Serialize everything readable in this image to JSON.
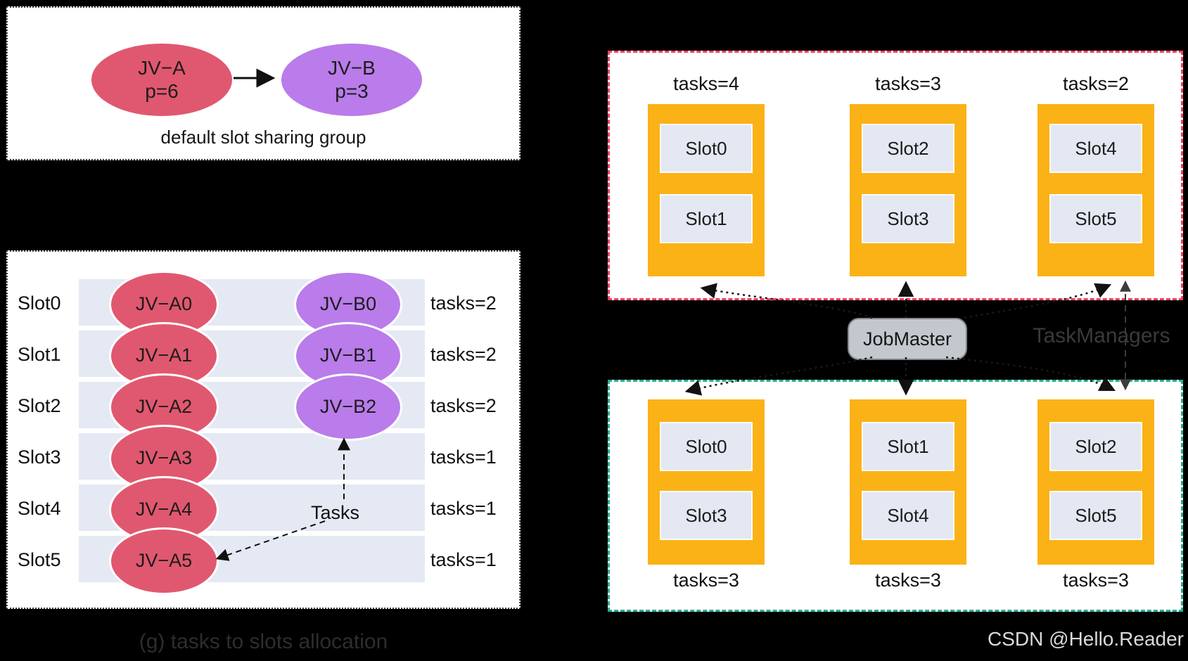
{
  "watermark": "CSDN @Hello.Reader",
  "sharing_group_panel": {
    "caption": "default slot sharing group",
    "source": {
      "name": "JV−A",
      "parallelism": "p=6"
    },
    "target": {
      "name": "JV−B",
      "parallelism": "p=3"
    }
  },
  "allocation_panel": {
    "caption": "(g) tasks to slots allocation",
    "pointer_label": "Tasks",
    "rows": [
      {
        "slot": "Slot0",
        "task_a": "JV−A0",
        "task_b": "JV−B0",
        "tasks": "tasks=2"
      },
      {
        "slot": "Slot1",
        "task_a": "JV−A1",
        "task_b": "JV−B1",
        "tasks": "tasks=2"
      },
      {
        "slot": "Slot2",
        "task_a": "JV−A2",
        "task_b": "JV−B2",
        "tasks": "tasks=2"
      },
      {
        "slot": "Slot3",
        "task_a": "JV−A3",
        "tasks": "tasks=1"
      },
      {
        "slot": "Slot4",
        "task_a": "JV−A4",
        "tasks": "tasks=1"
      },
      {
        "slot": "Slot5",
        "task_a": "JV−A5",
        "tasks": "tasks=1"
      }
    ]
  },
  "top_taskmanagers_panel": {
    "taskmanagers": [
      {
        "tasks": "tasks=4",
        "slots": [
          "Slot0",
          "Slot1"
        ]
      },
      {
        "tasks": "tasks=3",
        "slots": [
          "Slot2",
          "Slot3"
        ]
      },
      {
        "tasks": "tasks=2",
        "slots": [
          "Slot4",
          "Slot5"
        ]
      }
    ]
  },
  "bottom_taskmanagers_panel": {
    "taskmanagers": [
      {
        "tasks": "tasks=3",
        "slots": [
          "Slot0",
          "Slot3"
        ]
      },
      {
        "tasks": "tasks=3",
        "slots": [
          "Slot1",
          "Slot4"
        ]
      },
      {
        "tasks": "tasks=3",
        "slots": [
          "Slot2",
          "Slot5"
        ]
      }
    ]
  },
  "middle": {
    "jobmaster_label": "JobMaster",
    "taskmanagers_label": "TaskManagers"
  },
  "colors": {
    "task_a_fill": "#E0586F",
    "task_b_fill": "#B97CEA",
    "slot_band_fill": "#E5E9F4",
    "taskmanager_fill": "#FBB216",
    "slot_box_fill": "#E4E8F3",
    "jobmaster_fill": "#C3C8CE",
    "top_panel_border": "#F0415F",
    "bottom_panel_border": "#2BAE8E"
  }
}
